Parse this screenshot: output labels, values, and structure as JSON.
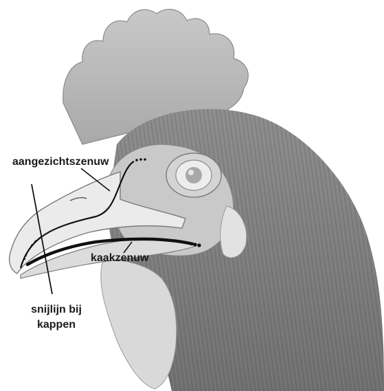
{
  "labels": {
    "facial_nerve": "aangezichtszenuw",
    "jaw_nerve": "kaakzenuw",
    "cut_line": "snijlijn bij kappen"
  },
  "colors": {
    "comb": "#b9b9b9",
    "head": "#8c8c8c",
    "neck": "#7a7a7a",
    "beak": "#e6e6e6",
    "line": "#111111"
  }
}
